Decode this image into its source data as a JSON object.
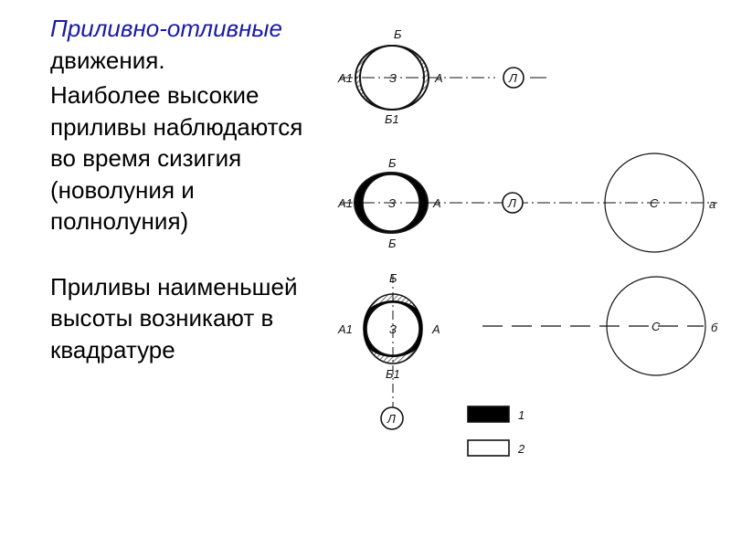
{
  "text": {
    "heading_accent": "Приливно-отливные",
    "heading_rest": "движения.",
    "paragraph_1": "Наиболее высокие приливы наблюдаются во время сизигия (новолуния и полнолуния)",
    "paragraph_2": "Приливы наименьшей высоты возникают в квадратуре"
  },
  "diagram": {
    "row1": {
      "top": "Б",
      "bottom": "Б1",
      "left": "А1",
      "center": "З",
      "right": "А",
      "moon": "Л"
    },
    "row2": {
      "top": "Б",
      "bottom": "Б",
      "left": "А1",
      "center": "З",
      "right": "А",
      "moon": "Л",
      "sun": "С",
      "marker": "а"
    },
    "row3": {
      "top": "Б",
      "bottom": "Б1",
      "left": "А1",
      "center": "З",
      "right": "А",
      "moon": "Л",
      "sun": "С",
      "marker": "б"
    },
    "legend": [
      {
        "label": "1",
        "fill": "#000000"
      },
      {
        "label": "2",
        "fill": "#ffffff"
      }
    ]
  },
  "colors": {
    "heading_accent": "#1a1aa6",
    "text": "#000000",
    "line": "#111111",
    "hatch": "#555555"
  }
}
